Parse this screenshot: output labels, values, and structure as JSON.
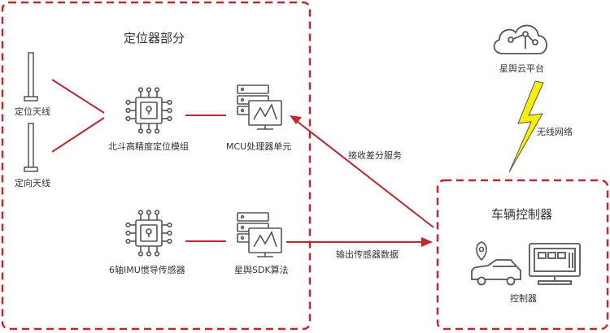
{
  "locator_section": {
    "title": "定位器部分",
    "antenna_top_label": "定位天线",
    "antenna_bottom_label": "定向天线",
    "gnss_module_label": "北斗高精度定位模组",
    "imu_label": "6轴IMU惯导传感器",
    "mcu_label": "MCU处理器单元",
    "sdk_label": "星舆SDK算法"
  },
  "cloud": {
    "label": "星舆云平台"
  },
  "links": {
    "wireless_label": "无线网络",
    "receive_label": "接收差分服务",
    "output_label": "输出传感器数据"
  },
  "vehicle_section": {
    "title": "车辆控制器",
    "controller_label": "控制器"
  },
  "colors": {
    "dashed_border": "#c1272d",
    "arrow": "#c1272d",
    "icon_stroke": "#555555",
    "lightning_fill": "#f5f000"
  }
}
